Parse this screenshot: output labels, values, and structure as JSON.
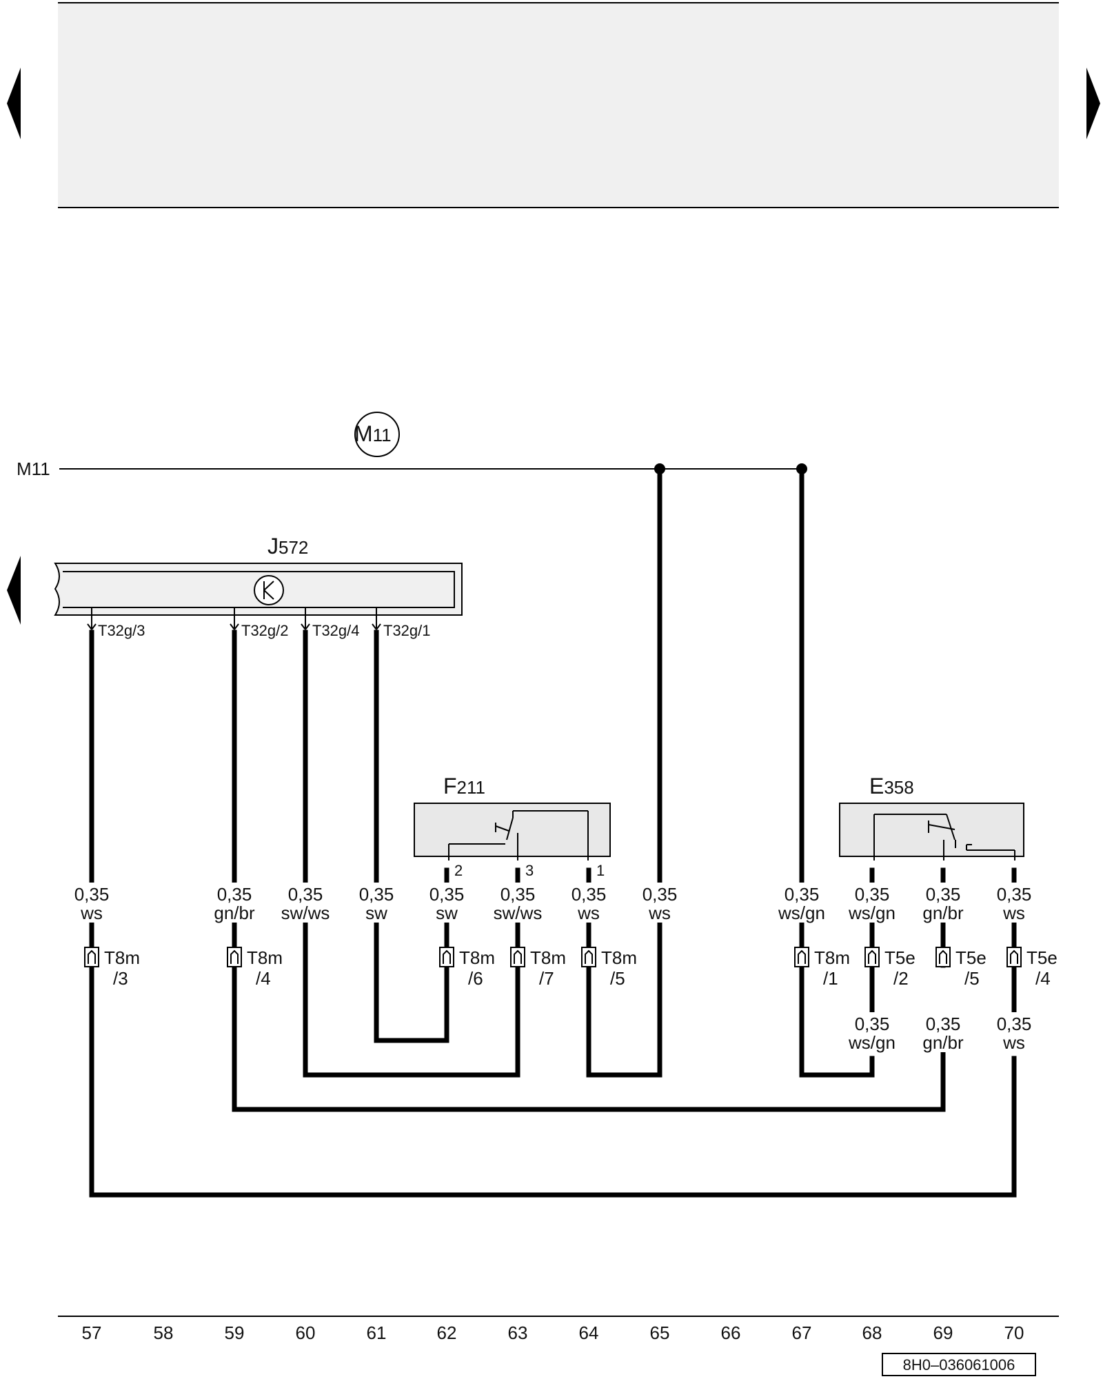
{
  "diagram_code": "8H0–036061006",
  "ground_bus": {
    "label": "M11",
    "circle_label_main": "M",
    "circle_label_sub": "11"
  },
  "components": {
    "J572": {
      "main": "J",
      "sub": "572"
    },
    "F211": {
      "main": "F",
      "sub": "211"
    },
    "E358": {
      "main": "E",
      "sub": "358"
    }
  },
  "j572_pins": [
    "T32g/3",
    "T32g/2",
    "T32g/4",
    "T32g/1"
  ],
  "f211_pins": [
    "2",
    "3",
    "1"
  ],
  "wires": [
    {
      "column": "57",
      "size": "0,35",
      "color": "ws"
    },
    {
      "column": "59",
      "size": "0,35",
      "color": "gn/br"
    },
    {
      "column": "60",
      "size": "0,35",
      "color": "sw/ws"
    },
    {
      "column": "61",
      "size": "0,35",
      "color": "sw"
    },
    {
      "column": "62",
      "size": "0,35",
      "color": "sw"
    },
    {
      "column": "63",
      "size": "0,35",
      "color": "sw/ws"
    },
    {
      "column": "64",
      "size": "0,35",
      "color": "ws"
    },
    {
      "column": "65",
      "size": "0,35",
      "color": "ws"
    },
    {
      "column": "67",
      "size": "0,35",
      "color": "ws/gn"
    },
    {
      "column": "68",
      "size": "0,35",
      "color": "ws/gn"
    },
    {
      "column": "69",
      "size": "0,35",
      "color": "gn/br"
    },
    {
      "column": "70",
      "size": "0,35",
      "color": "ws"
    }
  ],
  "lower_wires": [
    {
      "column": "68",
      "size": "0,35",
      "color": "ws/gn"
    },
    {
      "column": "69",
      "size": "0,35",
      "color": "gn/br"
    },
    {
      "column": "70",
      "size": "0,35",
      "color": "ws"
    }
  ],
  "connectors": [
    {
      "column": "57",
      "name": "T8m",
      "pin": "/3"
    },
    {
      "column": "59",
      "name": "T8m",
      "pin": "/4"
    },
    {
      "column": "62",
      "name": "T8m",
      "pin": "/6"
    },
    {
      "column": "63",
      "name": "T8m",
      "pin": "/7"
    },
    {
      "column": "64",
      "name": "T8m",
      "pin": "/5"
    },
    {
      "column": "67",
      "name": "T8m",
      "pin": "/1"
    },
    {
      "column": "68",
      "name": "T5e",
      "pin": "/2"
    },
    {
      "column": "69",
      "name": "T5e",
      "pin": "/5"
    },
    {
      "column": "70",
      "name": "T5e",
      "pin": "/4"
    }
  ],
  "columns": [
    "57",
    "58",
    "59",
    "60",
    "61",
    "62",
    "63",
    "64",
    "65",
    "66",
    "67",
    "68",
    "69",
    "70"
  ],
  "colors": {
    "header_fill": "#f0f0f0",
    "line": "#000000",
    "box_fill": "#e8e8e8"
  }
}
